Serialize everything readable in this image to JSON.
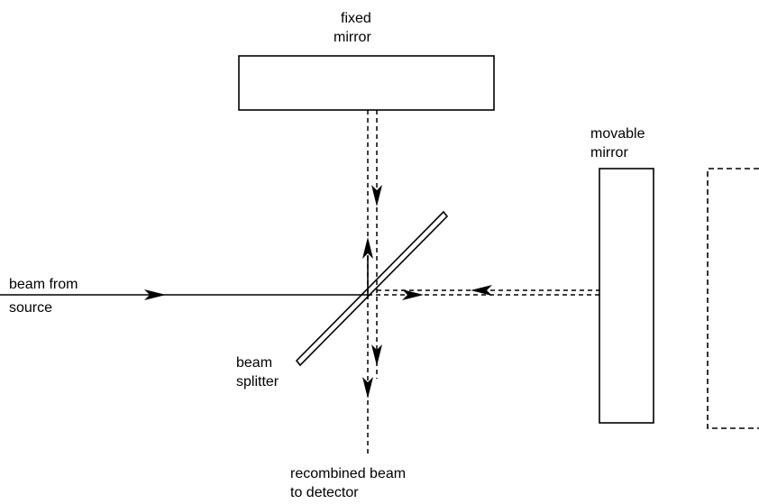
{
  "labels": {
    "fixed_mirror": [
      "fixed",
      "mirror"
    ],
    "movable_mirror": [
      "movable",
      "mirror"
    ],
    "beam_source": [
      "beam from",
      "source"
    ],
    "beam_splitter": [
      "beam",
      "splitter"
    ],
    "recombined": [
      "recombined beam",
      "to detector"
    ]
  },
  "colors": {
    "stroke": "#000000",
    "background": "#ffffff"
  }
}
